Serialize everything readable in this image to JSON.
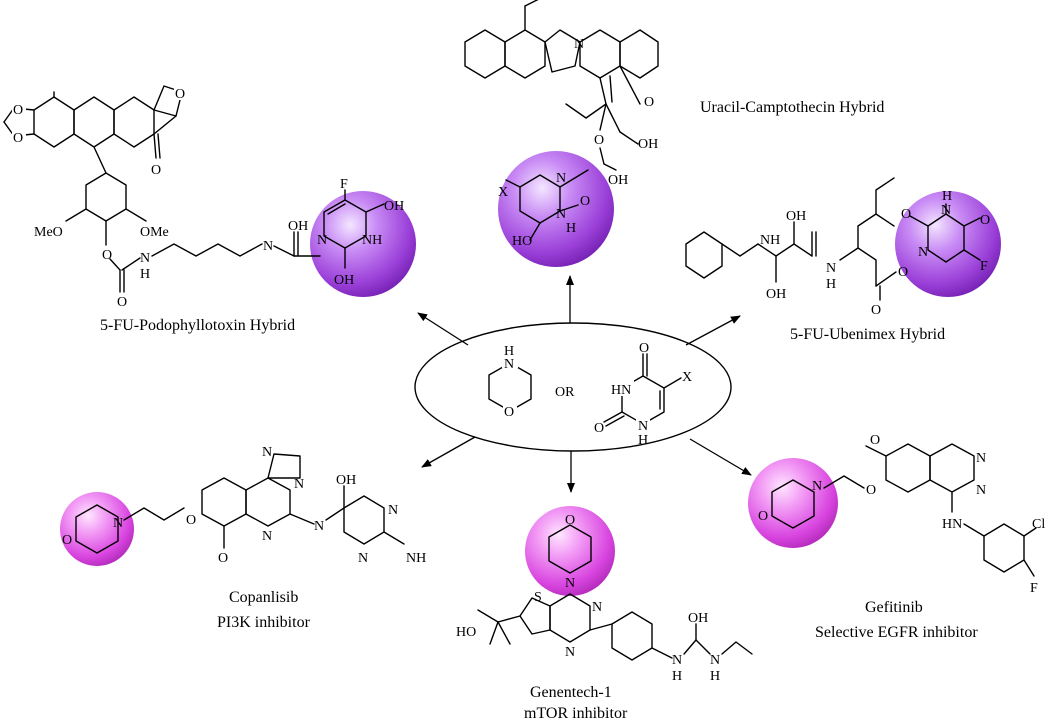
{
  "colors": {
    "uracil_sphere": "#a84fe0",
    "morpholine_sphere": "#e060e8",
    "line": "#000000",
    "background": "#ffffff"
  },
  "center": {
    "or_label": "OR",
    "uracil_substituent": "X",
    "morpholine_heteroatom_n": "N",
    "morpholine_heteroatom_nh": "H",
    "morpholine_heteroatom_o": "O",
    "uracil_o_top": "O",
    "uracil_o_bottom": "O",
    "uracil_hn": "HN",
    "uracil_nh": "N",
    "uracil_nh_h": "H"
  },
  "compounds": {
    "podophyllotoxin": {
      "caption": "5-FU-Podophyllotoxin Hybrid",
      "atoms": {
        "ome_left": "MeO",
        "ome_right": "OMe",
        "o_ring1": "O",
        "o_ring2": "O",
        "o_lactone": "O",
        "o_carbonyl": "O",
        "o_ester": "O",
        "o_carbamate": "O",
        "nh": "N",
        "h": "H",
        "n_amide": "N",
        "oh": "OH",
        "f": "F",
        "oh_uracil1": "OH",
        "nh_uracil": "NH",
        "oh_uracil2": "OH",
        "n_uracil": "N"
      }
    },
    "camptothecin": {
      "caption": "Uracil-Camptothecin Hybrid",
      "atoms": {
        "n_ring": "N",
        "o_ring": "O",
        "oh": "OH",
        "o_ester": "O",
        "oh_acid": "OH",
        "x": "X",
        "n1": "N",
        "n2": "N",
        "o_top": "O",
        "oh_bottom": "HO",
        "h": "H"
      }
    },
    "ubenimex": {
      "caption": "5-FU-Ubenimex Hybrid",
      "atoms": {
        "nh": "NH",
        "oh1": "OH",
        "oh2": "OH",
        "n_amide": "N",
        "h": "H",
        "o_ester": "O",
        "o_carbonyl": "O",
        "h_uracil": "H",
        "n_uracil1": "N",
        "o_uracil1": "O",
        "o_uracil2": "O",
        "n_uracil2": "N",
        "f": "F"
      }
    },
    "copanlisib": {
      "caption": "Copanlisib",
      "subcaption": "PI3K inhibitor",
      "atoms": {
        "n_morph": "N",
        "o_morph": "O",
        "o_ether": "O",
        "o_methoxy": "O",
        "n_im1": "N",
        "n_im2": "N",
        "n_quin": "N",
        "n_amide": "N",
        "oh": "OH",
        "n_pyr1": "N",
        "n_pyr2": "N",
        "nh": "NH"
      }
    },
    "genentech": {
      "caption": "Genentech-1",
      "subcaption": "mTOR inhibitor",
      "atoms": {
        "o_morph": "O",
        "n_morph": "N",
        "s": "S",
        "n1": "N",
        "n2": "N",
        "ho": "HO",
        "oh": "OH",
        "n_urea1": "N",
        "n_urea2": "N",
        "h1": "H",
        "h2": "H"
      }
    },
    "gefitinib": {
      "caption": "Gefitinib",
      "subcaption": "Selective EGFR inhibitor",
      "atoms": {
        "o_morph": "O",
        "n_morph": "N",
        "o_ether": "O",
        "o_methoxy": "O",
        "n1": "N",
        "n2": "N",
        "hn": "HN",
        "cl": "Cl",
        "f": "F"
      }
    }
  }
}
